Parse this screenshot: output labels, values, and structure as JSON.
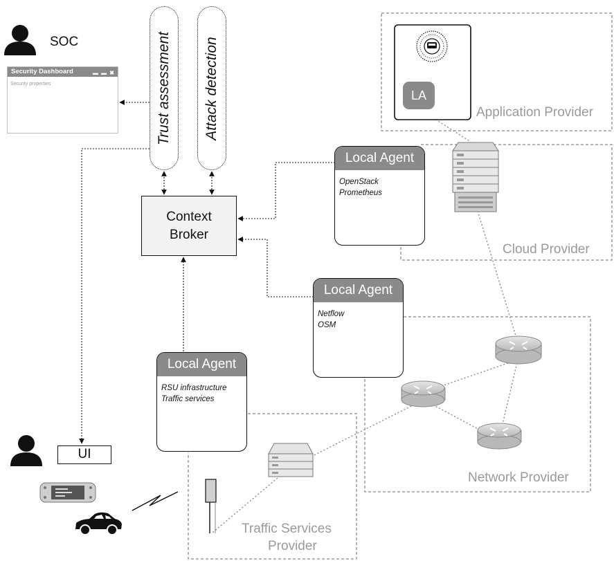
{
  "soc": {
    "label": "SOC"
  },
  "dashboard": {
    "title": "Security Dashboard",
    "subtitle": "Security properties"
  },
  "pills": {
    "trust": "Trust assessment",
    "attack": "Attack detection"
  },
  "context_broker": {
    "line1": "Context",
    "line2": "Broker"
  },
  "agents": [
    {
      "title": "Local Agent",
      "lines": [
        "OpenStack",
        "Prometheus"
      ]
    },
    {
      "title": "Local Agent",
      "lines": [
        "Netflow",
        "OSM"
      ]
    },
    {
      "title": "Local Agent",
      "lines": [
        "RSU infrastructure",
        "Traffic services"
      ]
    }
  ],
  "la": {
    "label": "LA"
  },
  "ui": {
    "label": "UI"
  },
  "providers": {
    "application": "Application Provider",
    "cloud": "Cloud Provider",
    "network": "Network Provider",
    "traffic_line1": "Traffic Services",
    "traffic_line2": "Provider"
  },
  "colors": {
    "agent_header": "#8a8a8a",
    "provider_label": "#9a9a9a",
    "router": "#cfcfcf",
    "broker_fill": "#f2f2f2"
  }
}
